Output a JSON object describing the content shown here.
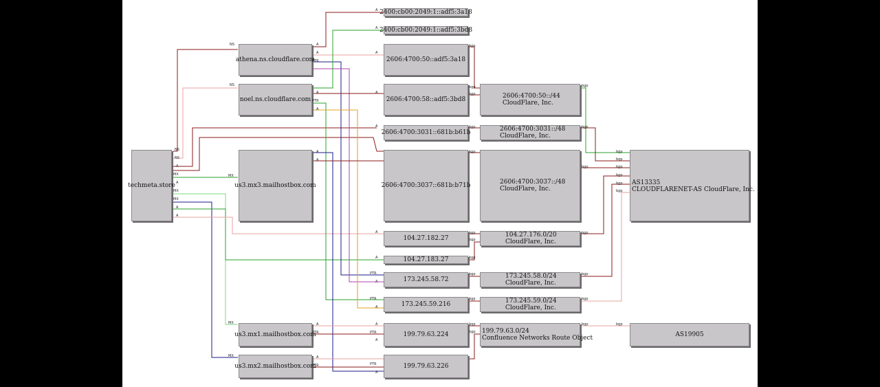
{
  "nodes": {
    "techmeta": "techmeta.store",
    "athena": "athena.ns.cloudflare.com",
    "noel": "noel.ns.cloudflare.com",
    "us3mx3": "us3.mx3.mailhostbox.com",
    "us3mx1": "us3.mx1.mailhostbox.com",
    "us3mx2": "us3.mx2.mailhostbox.com",
    "ip6_a": "2400:cb00:2049:1::adf5:3a18",
    "ip6_b": "2400:cb00:2049:1::adf5:3bd8",
    "ip6_c": "2606:4700:50::adf5:3a18",
    "ip6_d": "2606:4700:58::adf5:3bd8",
    "ip6_e": "2606:4700:3031::681b:b61b",
    "ip6_f": "2606:4700:3037::681b:b71b",
    "ip4_a": "104.27.182.27",
    "ip4_b": "104.27.183.27",
    "ip4_c": "173.245.58.72",
    "ip4_d": "173.245.59.216",
    "ip4_e": "199.79.63.224",
    "ip4_f": "199.79.63.226",
    "net_a": [
      "2606:4700:50::/44",
      "CloudFlare, Inc."
    ],
    "net_b": [
      "2606:4700:3031::/48",
      "CloudFlare, Inc."
    ],
    "net_c": [
      "2606:4700:3037::/48",
      "CloudFlare, Inc."
    ],
    "net_d": [
      "104.27.176.0/20",
      "CloudFlare, Inc."
    ],
    "net_e": [
      "173.245.58.0/24",
      "CloudFlare, Inc."
    ],
    "net_f": [
      "173.245.59.0/24",
      "CloudFlare, Inc."
    ],
    "net_g": [
      "199.79.63.0/24",
      "Confluence Networks Route Object"
    ],
    "as13335": [
      "AS13335",
      "CLOUDFLARENET-AS CloudFlare, Inc."
    ],
    "as19905": "AS19905"
  },
  "edge_labels": {
    "ns": "NS",
    "a": "A",
    "mx": "MX",
    "ptr": "PTR",
    "bgp": "bgp"
  },
  "colors": {
    "red": "#8b1a1a",
    "pink": "#e8a0a0",
    "green": "#2aa02a",
    "lightgreen": "#7cd87c",
    "navy": "#1a1a8b",
    "purple": "#b040b0",
    "orange": "#e0a020"
  }
}
